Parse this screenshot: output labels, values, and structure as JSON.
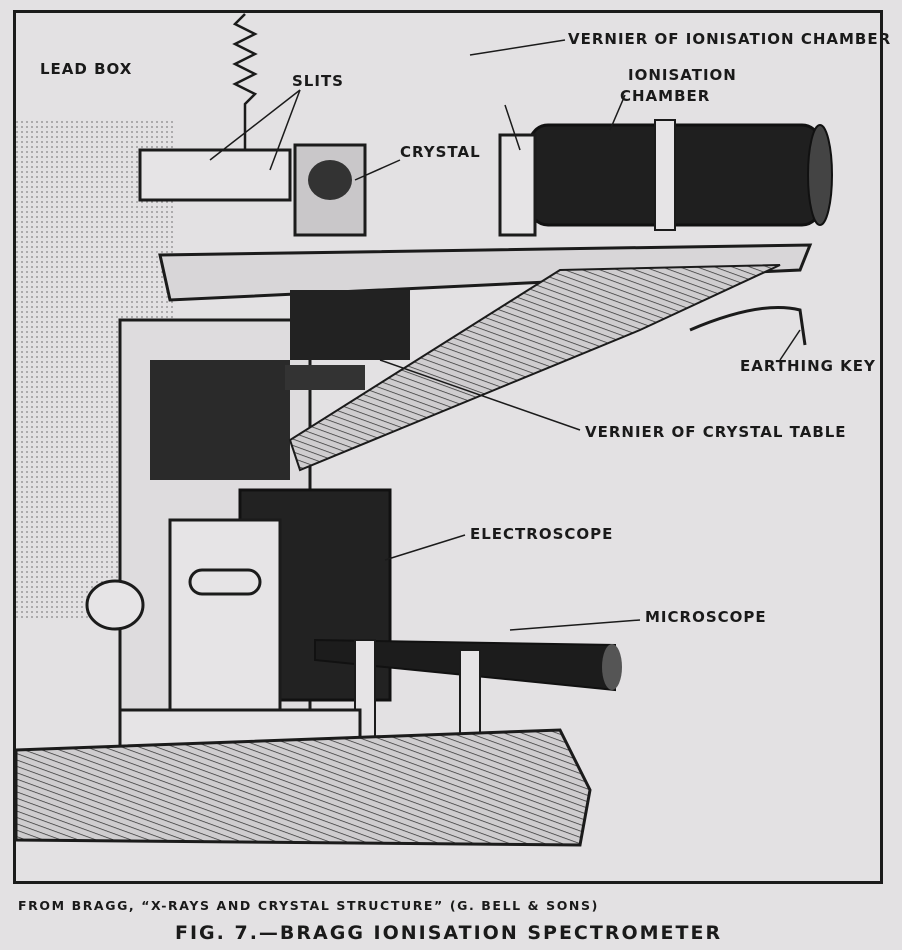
{
  "figure": {
    "labels": {
      "lead_box": "Lead Box",
      "slits": "Slits",
      "crystal": "Crystal",
      "vernier_ionisation": "Vernier of Ionisation Chamber",
      "ionisation_chamber_1": "Ionisation",
      "ionisation_chamber_2": "Chamber",
      "earthing_key": "Earthing Key",
      "vernier_crystal_table": "Vernier of Crystal Table",
      "electroscope": "Electroscope",
      "microscope": "Microscope"
    },
    "credit": "FROM BRAGG, “X-RAYS AND CRYSTAL STRUCTURE” (G. BELL & SONS)",
    "caption": "FIG. 7.—BRAGG IONISATION SPECTROMETER"
  },
  "colors": {
    "paper": "#e3e1e3",
    "ink": "#1b1b1b"
  }
}
